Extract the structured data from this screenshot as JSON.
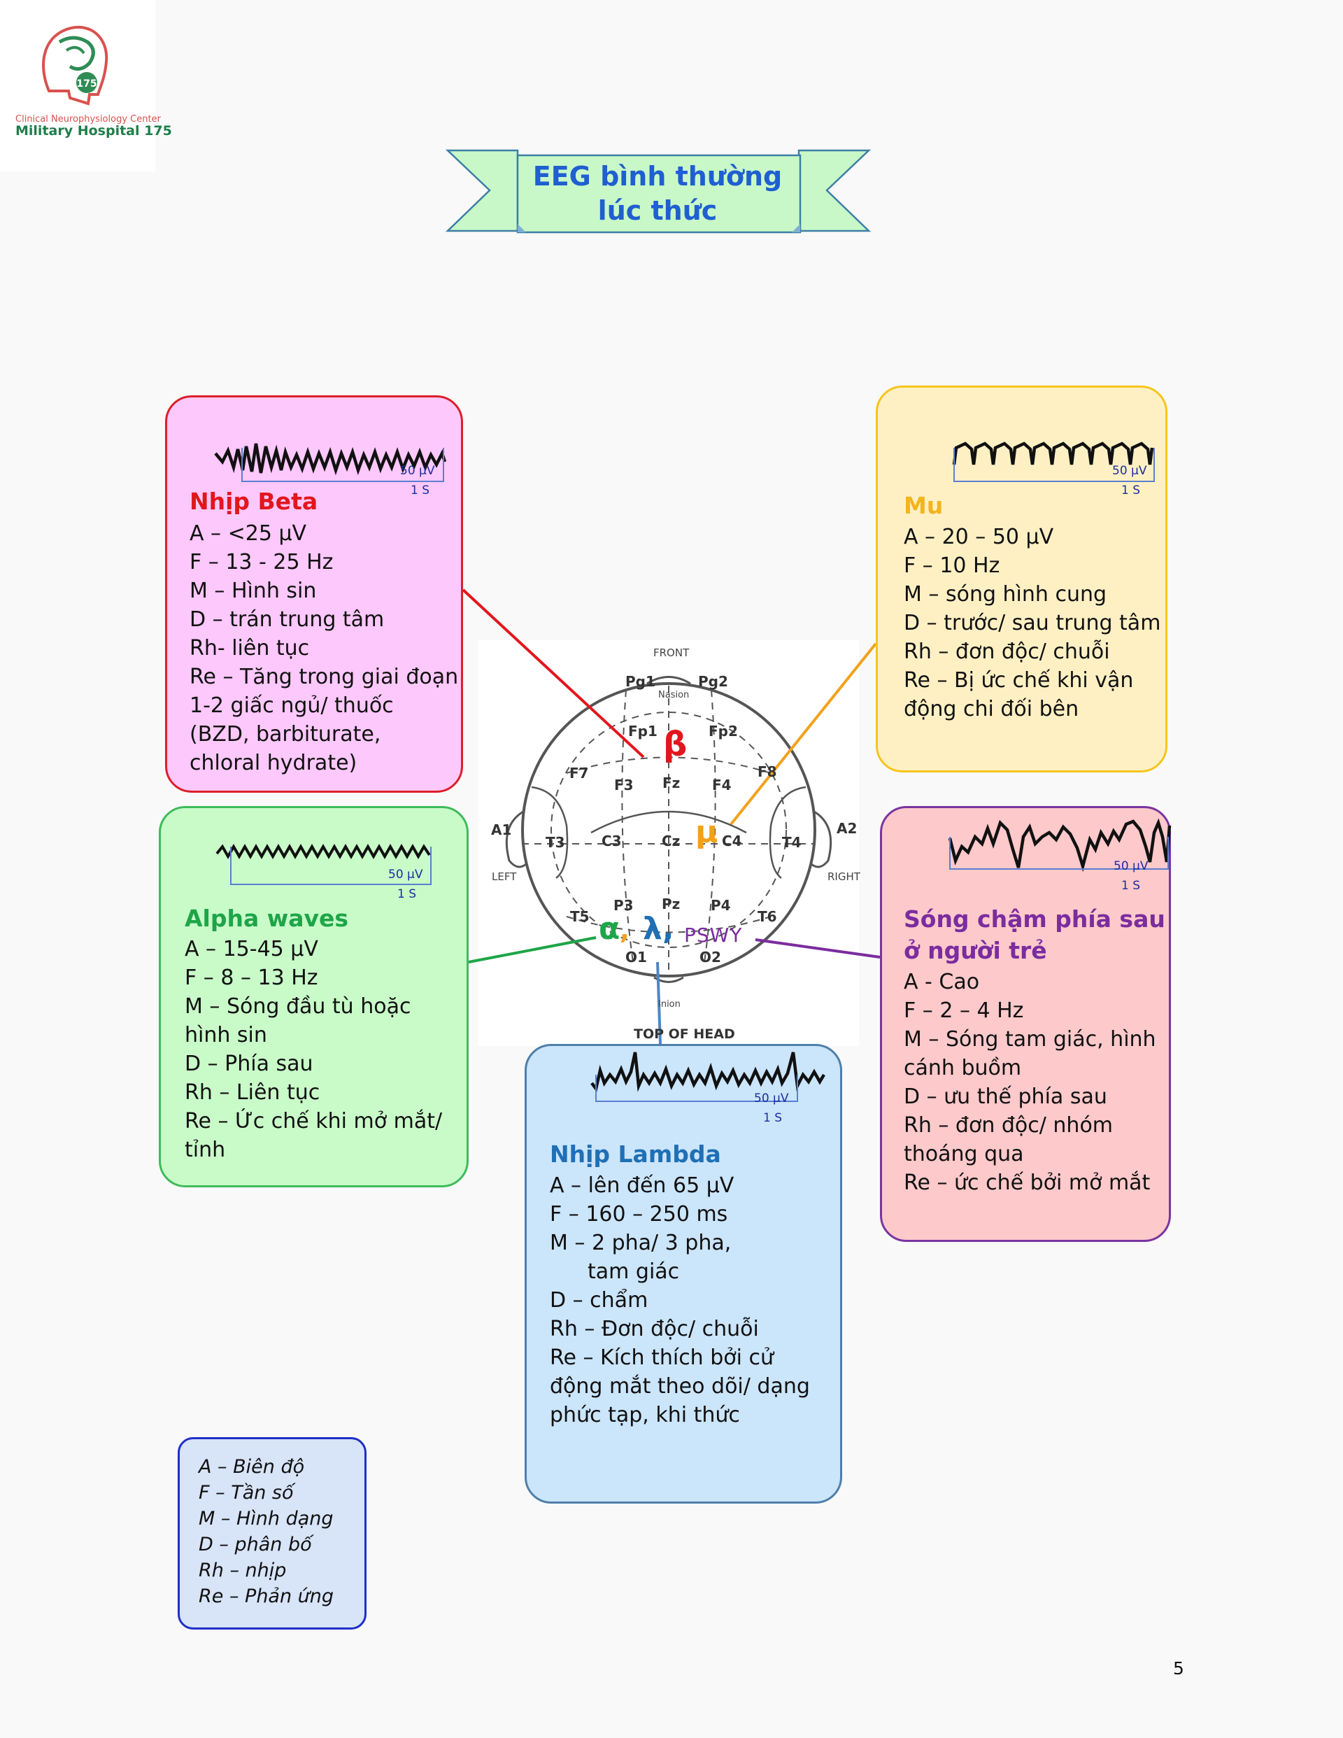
{
  "logo": {
    "badge_number": "175",
    "line1": "Clinical Neurophysiology Center",
    "line2": "Military Hospital 175"
  },
  "title": {
    "line1": "EEG bình thường",
    "line2": "lúc thức"
  },
  "scale_bar": {
    "amplitude": "50 µV",
    "time": "1 S"
  },
  "beta": {
    "title": "Nhịp Beta",
    "lines": [
      "A – <25 µV",
      "F – 13 - 25 Hz",
      "M – Hình sin",
      "D – trán trung tâm",
      "Rh- liên tục",
      "Re – Tăng trong giai đoạn",
      "1-2 giấc ngủ/ thuốc",
      "(BZD, barbiturate,",
      "chloral hydrate)"
    ]
  },
  "mu": {
    "title": "Mu",
    "lines": [
      "A – 20 – 50 µV",
      "F – 10 Hz",
      "M – sóng hình cung",
      "D – trước/ sau trung tâm",
      "Rh – đơn độc/ chuỗi",
      "Re – Bị ức chế khi vận",
      "động chi đối bên"
    ]
  },
  "alpha": {
    "title": "Alpha waves",
    "lines": [
      "A – 15-45 µV",
      "F – 8 – 13 Hz",
      "M – Sóng đầu tù hoặc",
      "hình sin",
      "D – Phía sau",
      "Rh – Liên tục",
      "Re – Ức chế khi mở mắt/",
      "tỉnh"
    ]
  },
  "pswy": {
    "title_line1": "Sóng chậm phía sau",
    "title_line2": "ở người trẻ",
    "lines": [
      "A - Cao",
      "F – 2 – 4 Hz",
      "M – Sóng tam giác, hình",
      "cánh buồm",
      "D – ưu thế phía sau",
      "Rh – đơn độc/ nhóm",
      "thoáng qua",
      "Re – ức chế bởi mở mắt"
    ]
  },
  "lambda": {
    "title": "Nhịp Lambda",
    "lines": [
      "A – lên đến 65 µV",
      "F – 160 – 250 ms",
      "M – 2 pha/ 3 pha,",
      "tam giác",
      "D – chẩm",
      "Rh – Đơn độc/ chuỗi",
      "Re – Kích thích bởi cử",
      "động mắt theo dõi/ dạng",
      "phức tạp, khi thức"
    ]
  },
  "legend": {
    "lines": [
      "A – Biên độ",
      "F – Tần số",
      "M – Hình dạng",
      "D – phân bố",
      "Rh – nhịp",
      "Re – Phản ứng"
    ]
  },
  "head_diagram": {
    "front": "FRONT",
    "top": "TOP OF HEAD",
    "left": "LEFT",
    "right": "RIGHT",
    "nasion": "Nasion",
    "inion": "Inion",
    "electrodes": {
      "pg1": "Pg1",
      "pg2": "Pg2",
      "fp1": "Fp1",
      "fp2": "Fp2",
      "f7": "F7",
      "f3": "F3",
      "fz": "Fz",
      "f4": "F4",
      "f8": "F8",
      "a1": "A1",
      "t3": "T3",
      "c3": "C3",
      "cz": "Cz",
      "c4": "C4",
      "t4": "T4",
      "a2": "A2",
      "t5": "T5",
      "p3": "P3",
      "pz": "Pz",
      "p4": "P4",
      "t6": "T6",
      "o1": "O1",
      "o2": "O2"
    },
    "greek": {
      "beta": "β",
      "mu": "μ",
      "alpha": "α",
      "comma": ",",
      "lambda": "λ,",
      "pswy": "PSWY"
    }
  },
  "colors": {
    "beta": "#e2161d",
    "mu": "#f1a21c",
    "alpha": "#1ea548",
    "pswy": "#7b2c9e",
    "lambda": "#1f6fb5",
    "title": "#1f5fd1",
    "mu_title": "#f4b41a"
  },
  "page_number": "5"
}
